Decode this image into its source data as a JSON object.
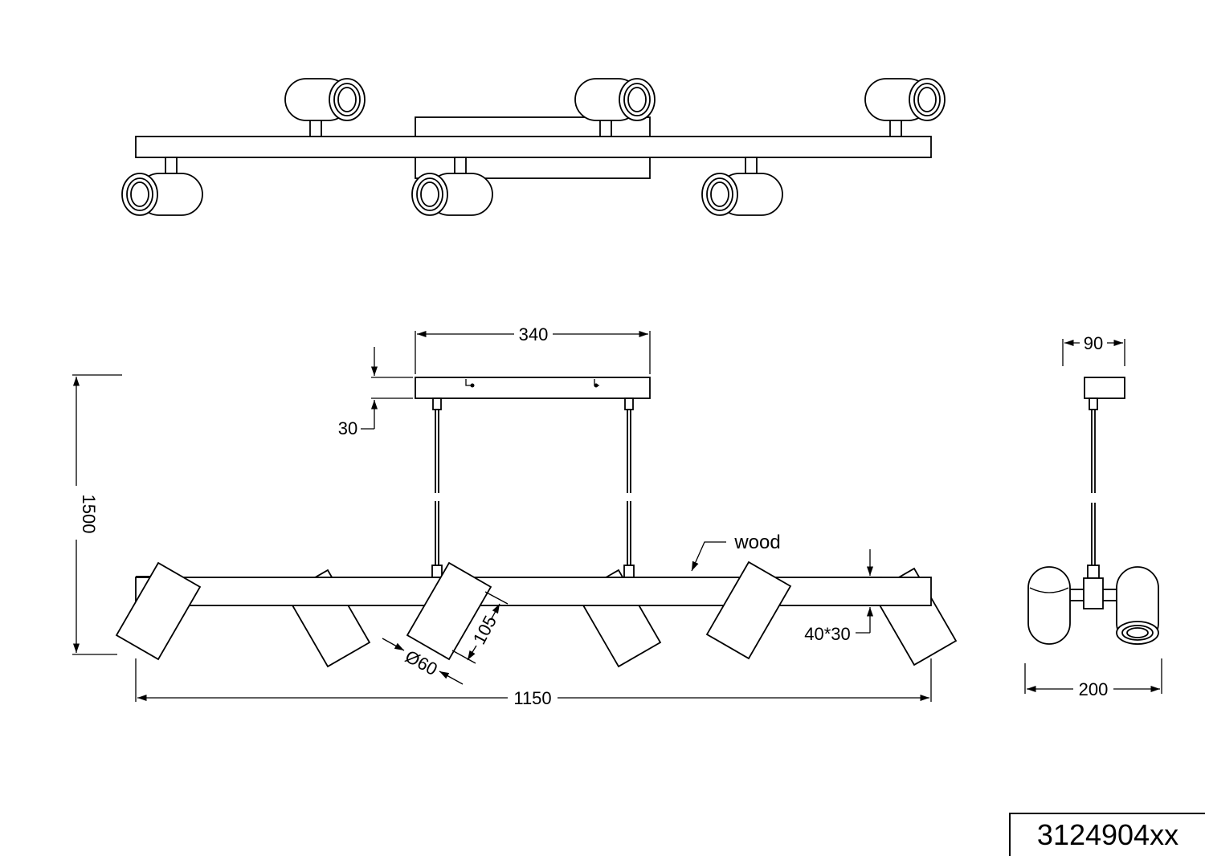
{
  "drawing": {
    "product_code": "3124904xx",
    "dimensions": {
      "canopy_width": "340",
      "canopy_height": "30",
      "total_height": "1500",
      "total_length": "1150",
      "spot_length": "105",
      "spot_diameter": "Ø60",
      "beam_section": "40*30",
      "side_canopy_width": "90",
      "side_depth": "200"
    },
    "labels": {
      "material": "wood"
    }
  }
}
